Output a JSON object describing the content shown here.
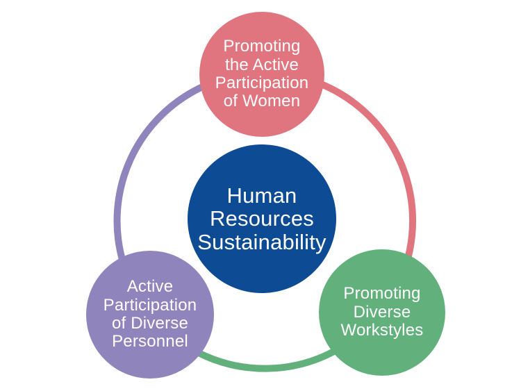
{
  "diagram": {
    "background_color": "#ffffff",
    "text_color": "#ffffff",
    "center_node": {
      "label": "Human Resources Sustainability",
      "lines": [
        "Human",
        "Resources",
        "Sustainability"
      ],
      "color": "#0D4B94"
    },
    "nodes": [
      {
        "id": "promoting-women",
        "label": "Promoting the Active Participation of Women",
        "lines": [
          "Promoting",
          "the Active",
          "Participation",
          "of Women"
        ],
        "color": "#E0757F"
      },
      {
        "id": "diverse-personnel",
        "label": "Active Participation of Diverse Personnel",
        "lines": [
          "Active",
          "Participation",
          "of Diverse",
          "Personnel"
        ],
        "color": "#8F84BB"
      },
      {
        "id": "diverse-workstyles",
        "label": "Promoting Diverse Workstyles",
        "lines": [
          "Promoting",
          "Diverse",
          "Workstyles"
        ],
        "color": "#62B17D"
      }
    ],
    "ring": {
      "right_color": "#E0757F",
      "bottom_color": "#62B17D",
      "left_color": "#8F84BB"
    }
  }
}
